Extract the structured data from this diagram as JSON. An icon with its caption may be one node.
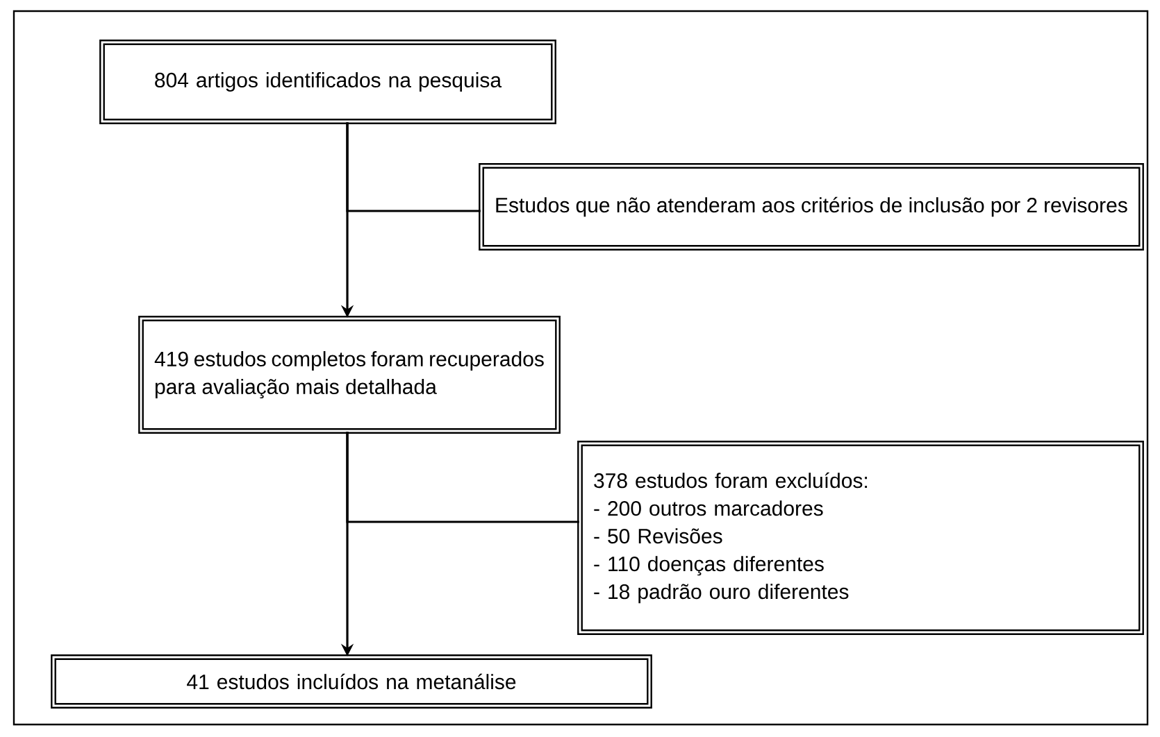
{
  "diagram": {
    "nodes": [
      {
        "text": [
          "804 artigos identificados na pesquisa"
        ]
      },
      {
        "text": [
          "Estudos que não atenderam aos critérios de inclusão por 2 revisores"
        ]
      },
      {
        "text": [
          "419 estudos completos foram recuperados para avaliação mais detalhada"
        ]
      },
      {
        "text": [
          "378 estudos foram excluídos:",
          "- 200 outros marcadores",
          "- 50 Revisões",
          "- 110 doenças diferentes",
          "- 18 padrão ouro diferentes"
        ]
      },
      {
        "text": [
          "41 estudos incluídos na metanálise"
        ]
      }
    ],
    "edges": [
      {
        "from": 0,
        "to": 2,
        "arrow": "to"
      },
      {
        "from": 0,
        "to": 1,
        "arrow": "none"
      },
      {
        "from": 2,
        "to": 4,
        "arrow": "to"
      },
      {
        "from": 2,
        "to": 3,
        "arrow": "none"
      }
    ]
  }
}
